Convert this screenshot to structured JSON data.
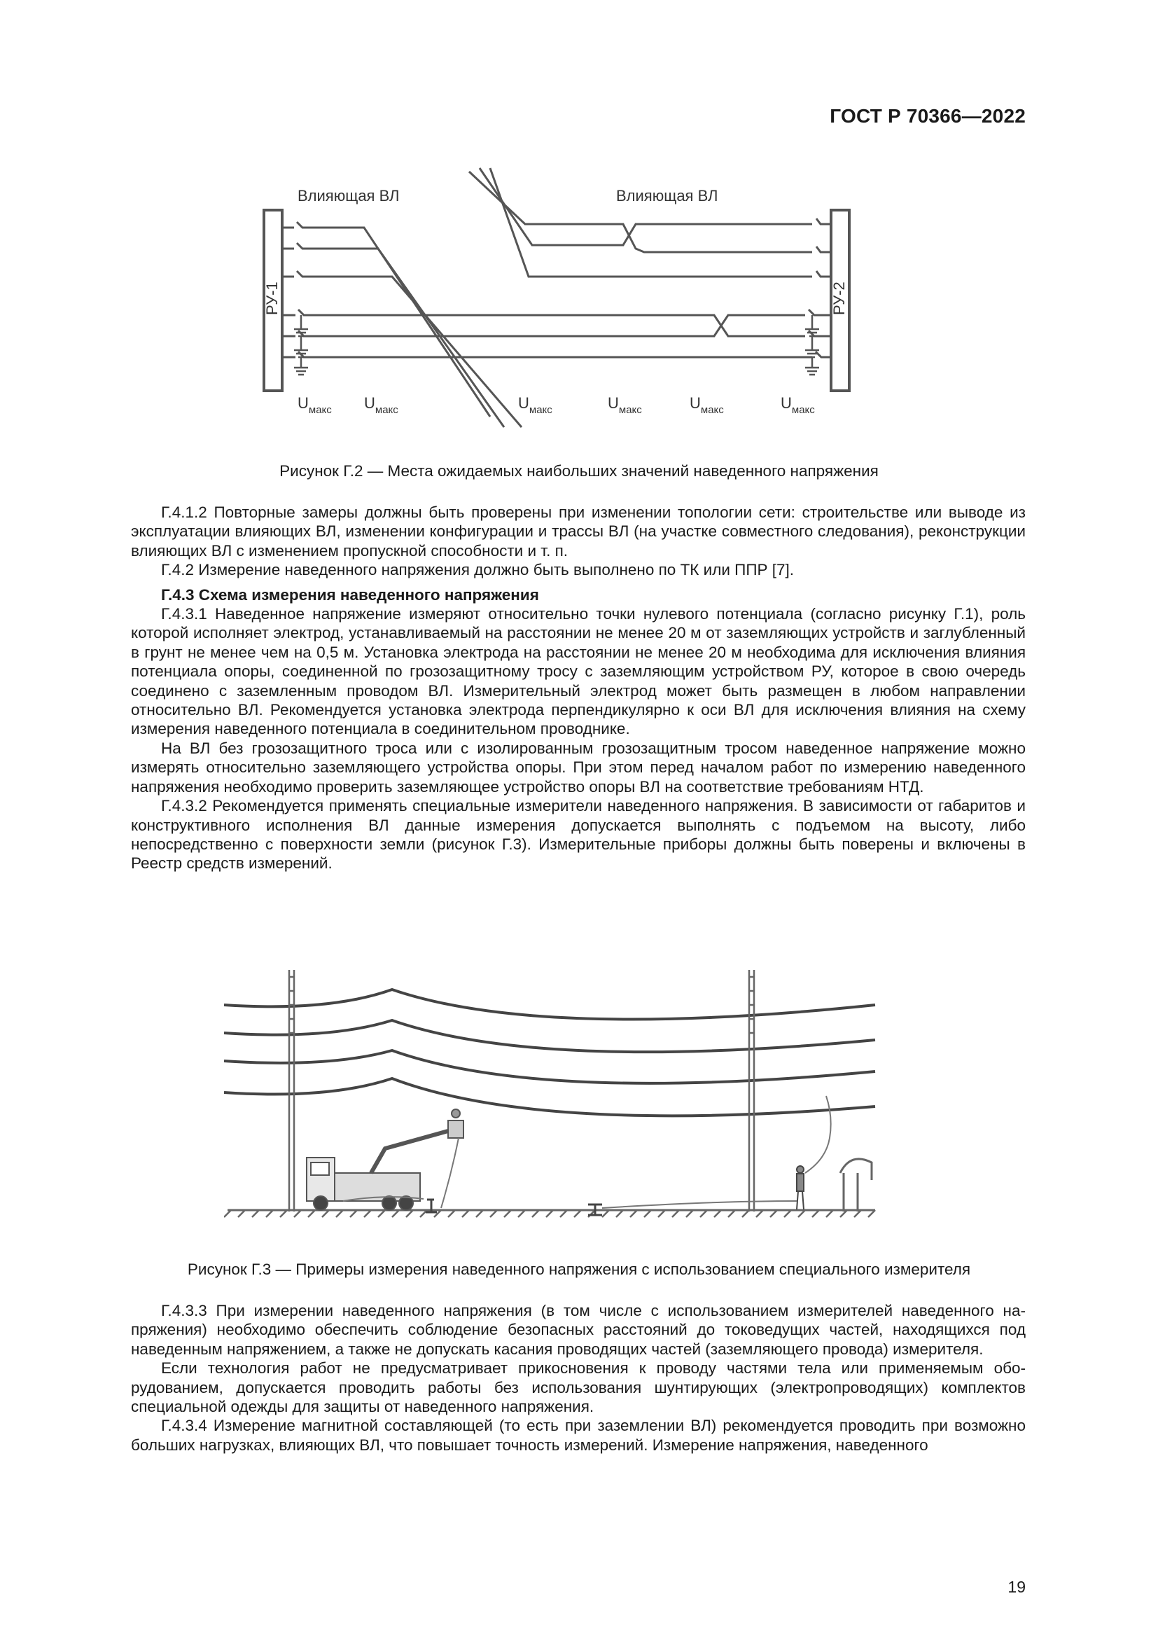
{
  "header": {
    "doc_code": "ГОСТ Р 70366—2022"
  },
  "figure_g2": {
    "labels": {
      "influencing_line_left": "Влияющая ВЛ",
      "influencing_line_right": "Влияющая ВЛ",
      "ru1": "РУ-1",
      "ru2": "РУ-2",
      "umax_symbol": "U",
      "umax_subscript": "макс"
    },
    "caption": "Рисунок Г.2 — Места ожидаемых наибольших значений наведенного напряжения"
  },
  "block1": {
    "paragraphs": [
      "Г.4.1.2 Повторные замеры должны быть проверены при изменении топологии сети: строительстве или вы­воде из эксплуатации влияющих ВЛ, изменении конфигурации и трассы ВЛ (на участке совместного следования), реконструкции влияющих ВЛ с изменением пропускной способности и т. п.",
      "Г.4.2 Измерение наведенного напряжения должно быть выполнено по ТК или ППР [7]."
    ],
    "heading": "Г.4.3 Схема измерения наведенного напряжения",
    "paragraphs2": [
      "Г.4.3.1 Наведенное напряжение измеряют относительно точки нулевого потенциала (согласно рисунку Г.1), роль которой исполняет электрод, устанавливаемый на расстоянии не менее 20 м от заземляющих устройств и заглубленный в грунт не менее чем на 0,5 м. Установка электрода на расстоянии не менее 20 м необходима для исключения влияния потенциала опоры, соединенной по грозозащитному тросу с заземляющим устройством РУ, которое в свою очередь соединено с заземленным проводом ВЛ. Измерительный электрод может быть размещен в любом направлении относительно ВЛ. Рекомендуется установка электрода перпендикулярно к оси ВЛ для ис­ключения влияния на схему измерения наведенного потенциала в соединительном проводнике.",
      "На ВЛ без грозозащитного троса или с изолированным грозозащитным тросом наведенное напряжение можно измерять относительно заземляющего устройства опоры. При этом перед началом работ по измерению наведенного напряжения необходимо проверить заземляющее устройство опоры ВЛ на соответствие требова­ниям НТД.",
      "Г.4.3.2 Рекомендуется применять специальные измерители наведенного напряжения. В зависимости от га­баритов и конструктивного исполнения ВЛ данные измерения допускается выполнять с подъемом на высоту, либо непосредственно с поверхности земли (рисунок Г.3). Измерительные приборы должны быть поверены и включены в Реестр средств измерений."
    ]
  },
  "figure_g3": {
    "caption": "Рисунок Г.3 — Примеры измерения наведенного напряжения с использованием специального измерителя"
  },
  "block2": {
    "paragraphs": [
      "Г.4.3.3 При измерении наведенного напряжения (в том числе с использованием измерителей наведенного на­пряжения) необходимо обеспечить соблюдение безопасных расстояний до токоведущих частей, находящихся под наведенным напряжением, а также не допускать касания проводящих частей (заземляющего провода) измерителя.",
      "Если технология работ не предусматривает прикосновения к проводу частями тела или применяемым обо­рудованием, допускается проводить работы без использования шунтирующих (электропроводящих) комплектов специальной одежды для защиты от наведенного напряжения.",
      "Г.4.3.4 Измерение магнитной составляющей (то есть при заземлении ВЛ) рекомендуется проводить при воз­можно больших нагрузках, влияющих ВЛ, что повышает точность измерений. Измерение напряжения, наведенного"
    ]
  },
  "footer": {
    "page_number": "19"
  }
}
